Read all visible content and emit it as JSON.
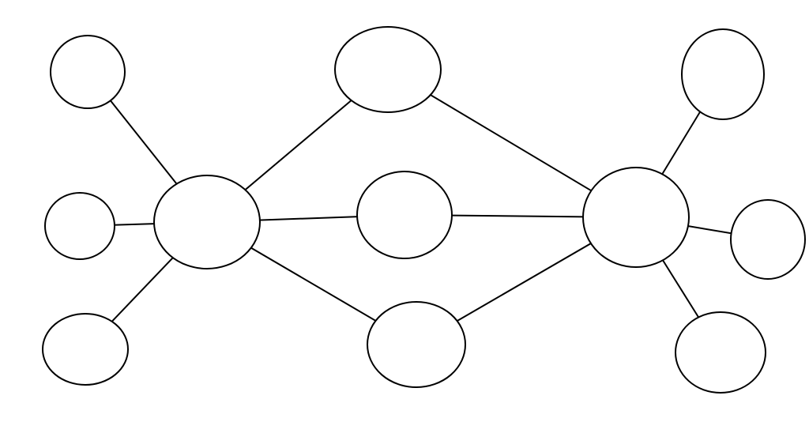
{
  "diagram": {
    "type": "network-web",
    "stroke_color": "#000000",
    "fill_color": "#ffffff",
    "nodes": [
      {
        "id": "n-top-left",
        "label": ""
      },
      {
        "id": "n-mid-left",
        "label": ""
      },
      {
        "id": "n-bottom-left",
        "label": ""
      },
      {
        "id": "hub-left",
        "label": ""
      },
      {
        "id": "n-top-center",
        "label": ""
      },
      {
        "id": "n-mid-center",
        "label": ""
      },
      {
        "id": "n-bottom-center",
        "label": ""
      },
      {
        "id": "hub-right",
        "label": ""
      },
      {
        "id": "n-top-right",
        "label": ""
      },
      {
        "id": "n-mid-right",
        "label": ""
      },
      {
        "id": "n-bottom-right",
        "label": ""
      }
    ],
    "edges": [
      [
        "n-top-left",
        "hub-left"
      ],
      [
        "n-mid-left",
        "hub-left"
      ],
      [
        "n-bottom-left",
        "hub-left"
      ],
      [
        "hub-left",
        "n-top-center"
      ],
      [
        "hub-left",
        "n-mid-center"
      ],
      [
        "hub-left",
        "n-bottom-center"
      ],
      [
        "n-top-center",
        "hub-right"
      ],
      [
        "n-mid-center",
        "hub-right"
      ],
      [
        "n-bottom-center",
        "hub-right"
      ],
      [
        "hub-right",
        "n-top-right"
      ],
      [
        "hub-right",
        "n-mid-right"
      ],
      [
        "hub-right",
        "n-bottom-right"
      ]
    ]
  }
}
